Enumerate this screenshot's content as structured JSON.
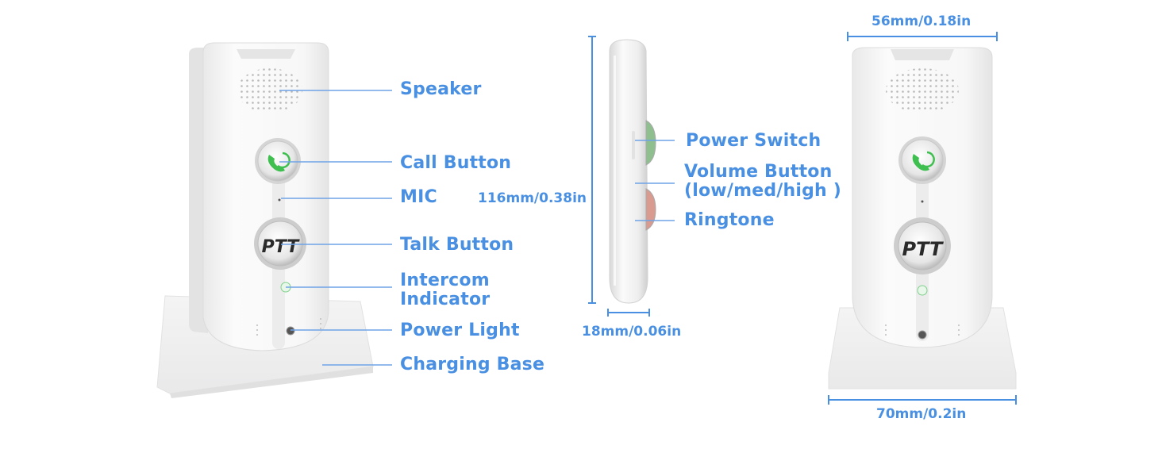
{
  "labels": {
    "speaker": "Speaker",
    "call_button": "Call Button",
    "mic": "MIC",
    "talk_button": "Talk Button",
    "intercom_indicator_line1": "Intercom",
    "intercom_indicator_line2": "Indicator",
    "power_light": "Power Light",
    "charging_base": "Charging Base",
    "power_switch": "Power Switch",
    "volume_button_line1": "Volume Button",
    "volume_button_line2": "(low/med/high )",
    "ringtone": "Ringtone"
  },
  "dimensions": {
    "height": "116mm/0.38in",
    "depth": "18mm/0.06in",
    "width": "56mm/0.18in",
    "base_width": "70mm/0.2in"
  },
  "device": {
    "ptt_text": "PTT"
  },
  "colors": {
    "accent": "#4a90e2",
    "call_green": "#3fbf4f",
    "body_white": "#f7f7f7"
  }
}
